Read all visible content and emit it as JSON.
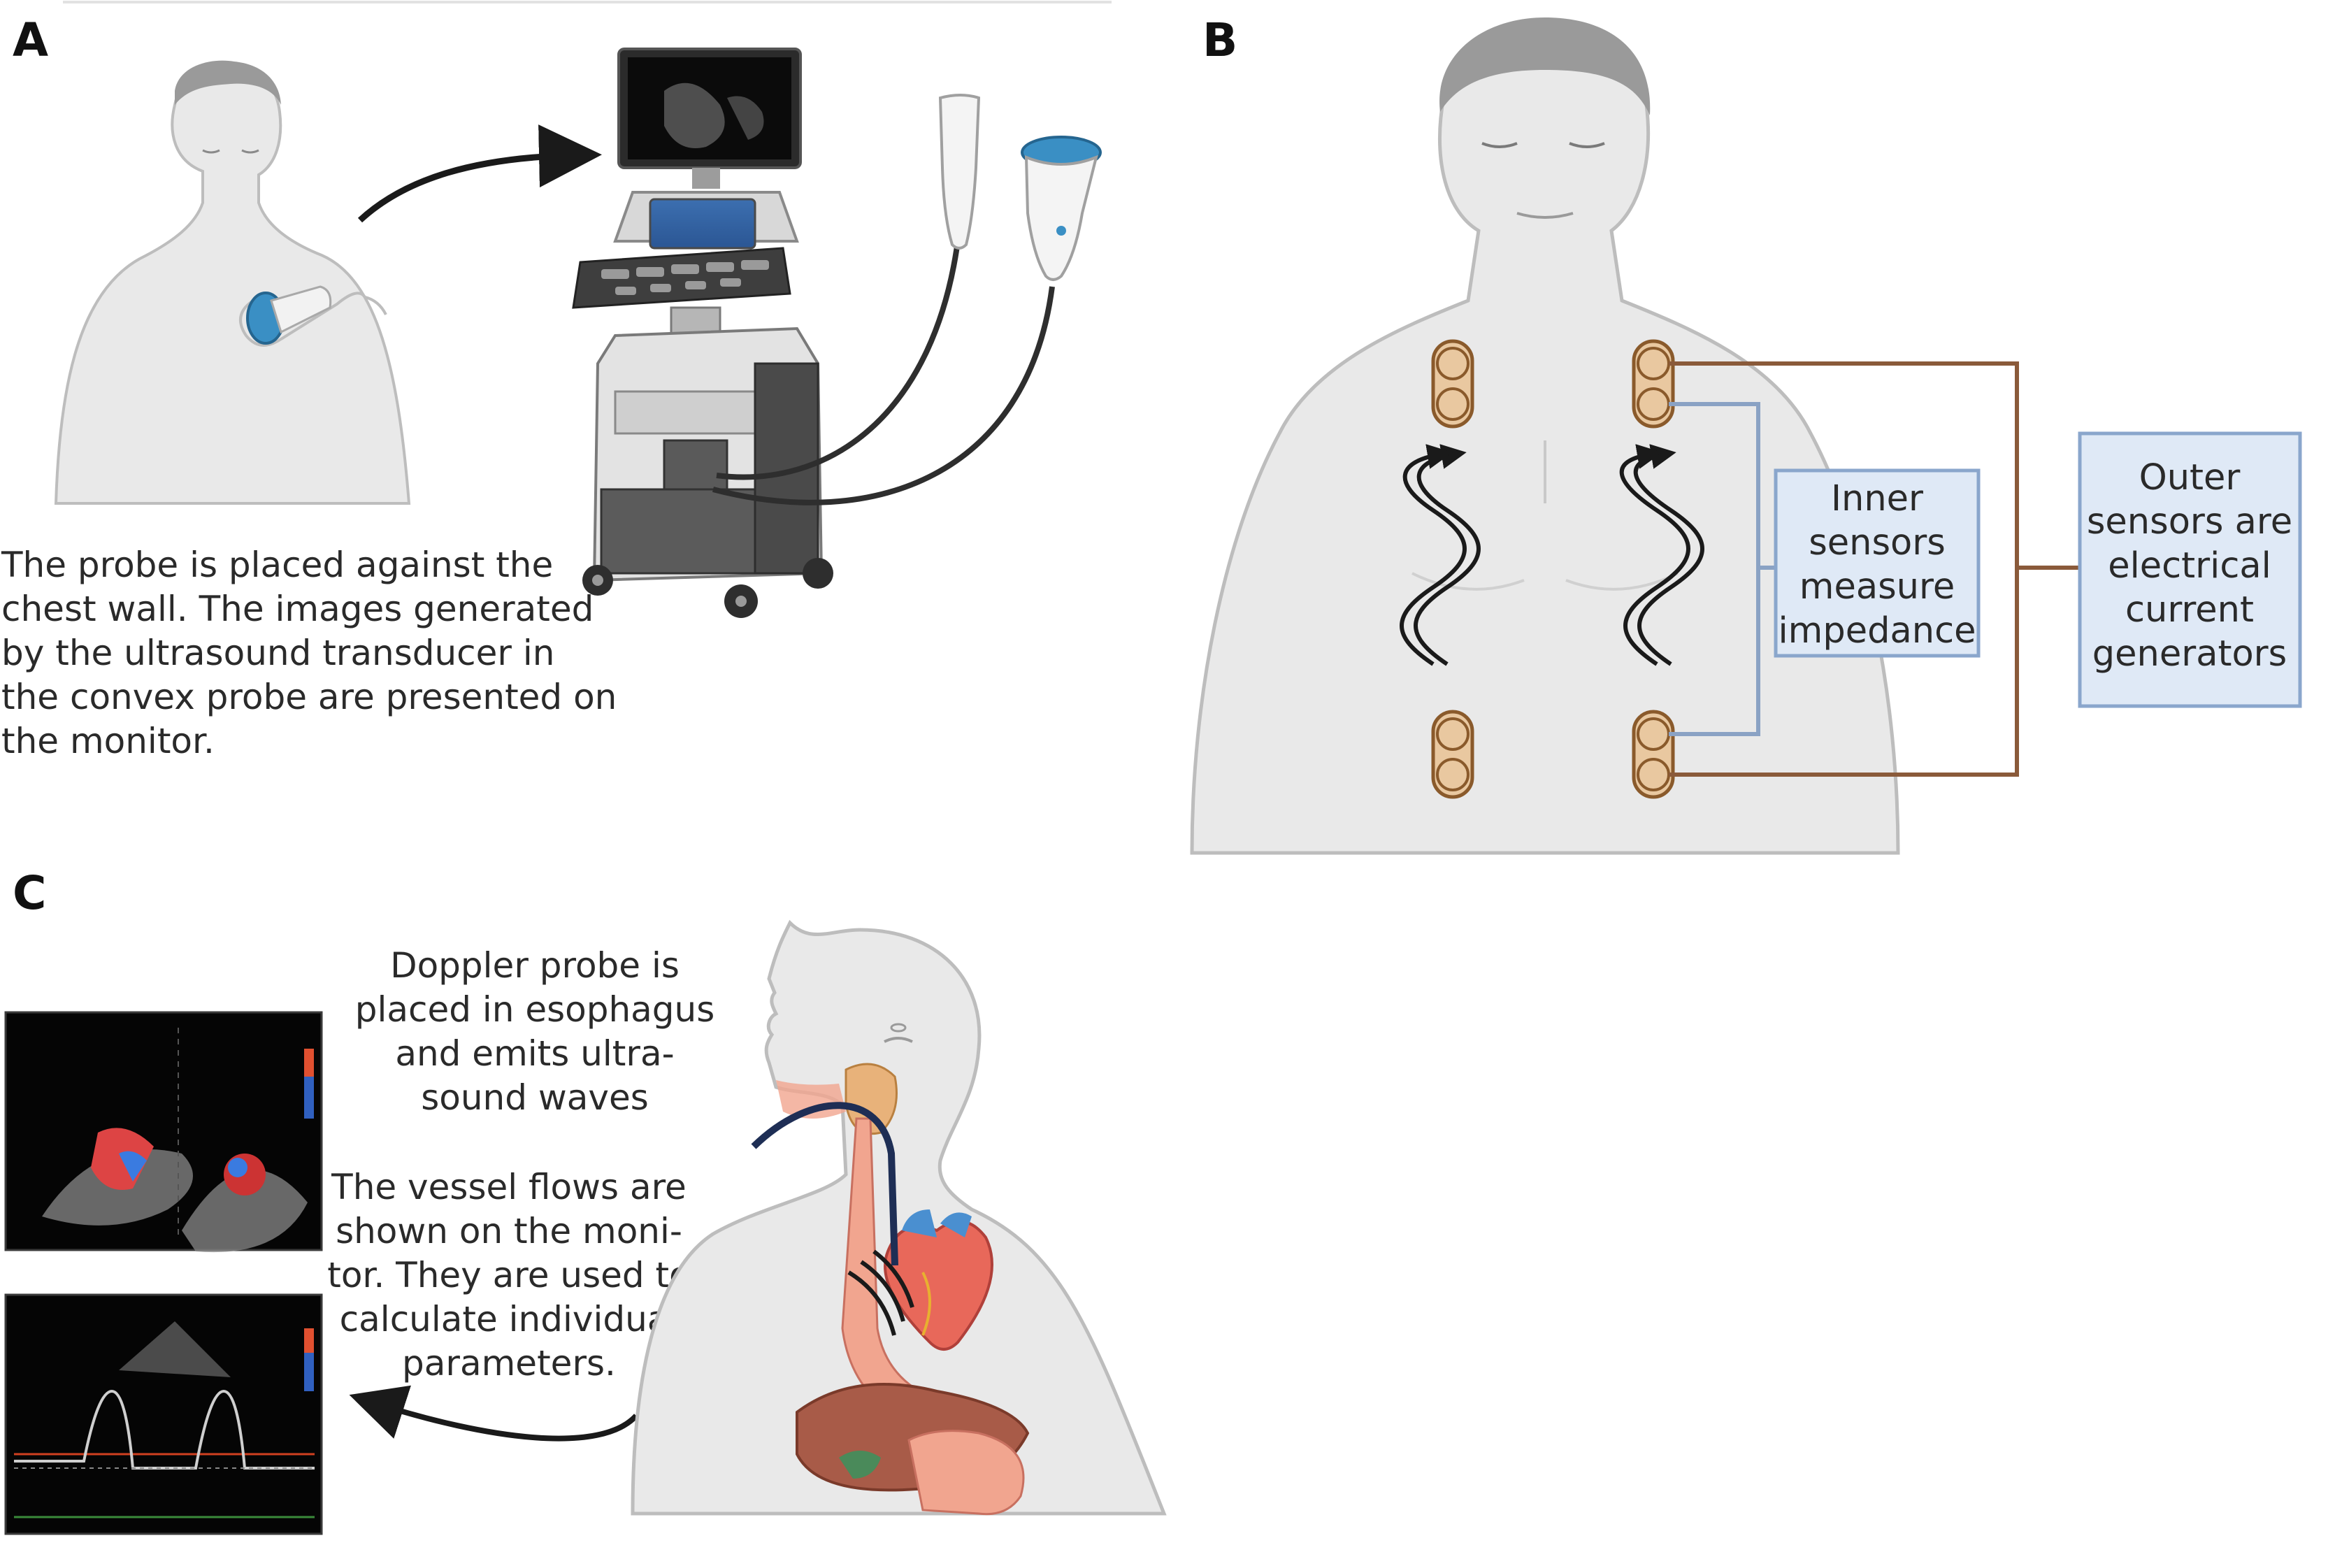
{
  "panels": {
    "a": {
      "letter": "A",
      "caption": [
        "The probe is placed against the",
        "chest wall. The images generated",
        "by the ultrasound transducer in",
        "the convex probe are presented on",
        "the monitor."
      ]
    },
    "b": {
      "letter": "B",
      "inner_box": [
        "Inner",
        "sensors",
        "measure",
        "impedance"
      ],
      "outer_box": [
        "Outer",
        "sensors are",
        "electrical",
        "current",
        "generators"
      ]
    },
    "c": {
      "letter": "C",
      "doppler_text": [
        "Doppler probe is",
        "placed in esophagus",
        "and emits ultra-",
        "sound waves"
      ],
      "vessel_text": [
        "The vessel flows are",
        "shown on the moni-",
        "tor. They are used to",
        "calculate individual",
        "parameters."
      ]
    }
  },
  "colors": {
    "skin": "#e9e9e9",
    "outline": "#b9b9b9",
    "hair": "#9a9a9a",
    "electrode": "#e9c8a0",
    "electrode_stroke": "#8a5a2b",
    "outer_wire": "#8a5a3a",
    "inner_wire": "#8aa2c4",
    "box_fill": "#dfe9f6",
    "box_stroke": "#8aa6cc",
    "probe_blue": "#3a8fc4",
    "esophagus": "#f1a58f",
    "liver": "#a85b48",
    "stomach": "#f1a58f",
    "heart": "#e8685a"
  }
}
